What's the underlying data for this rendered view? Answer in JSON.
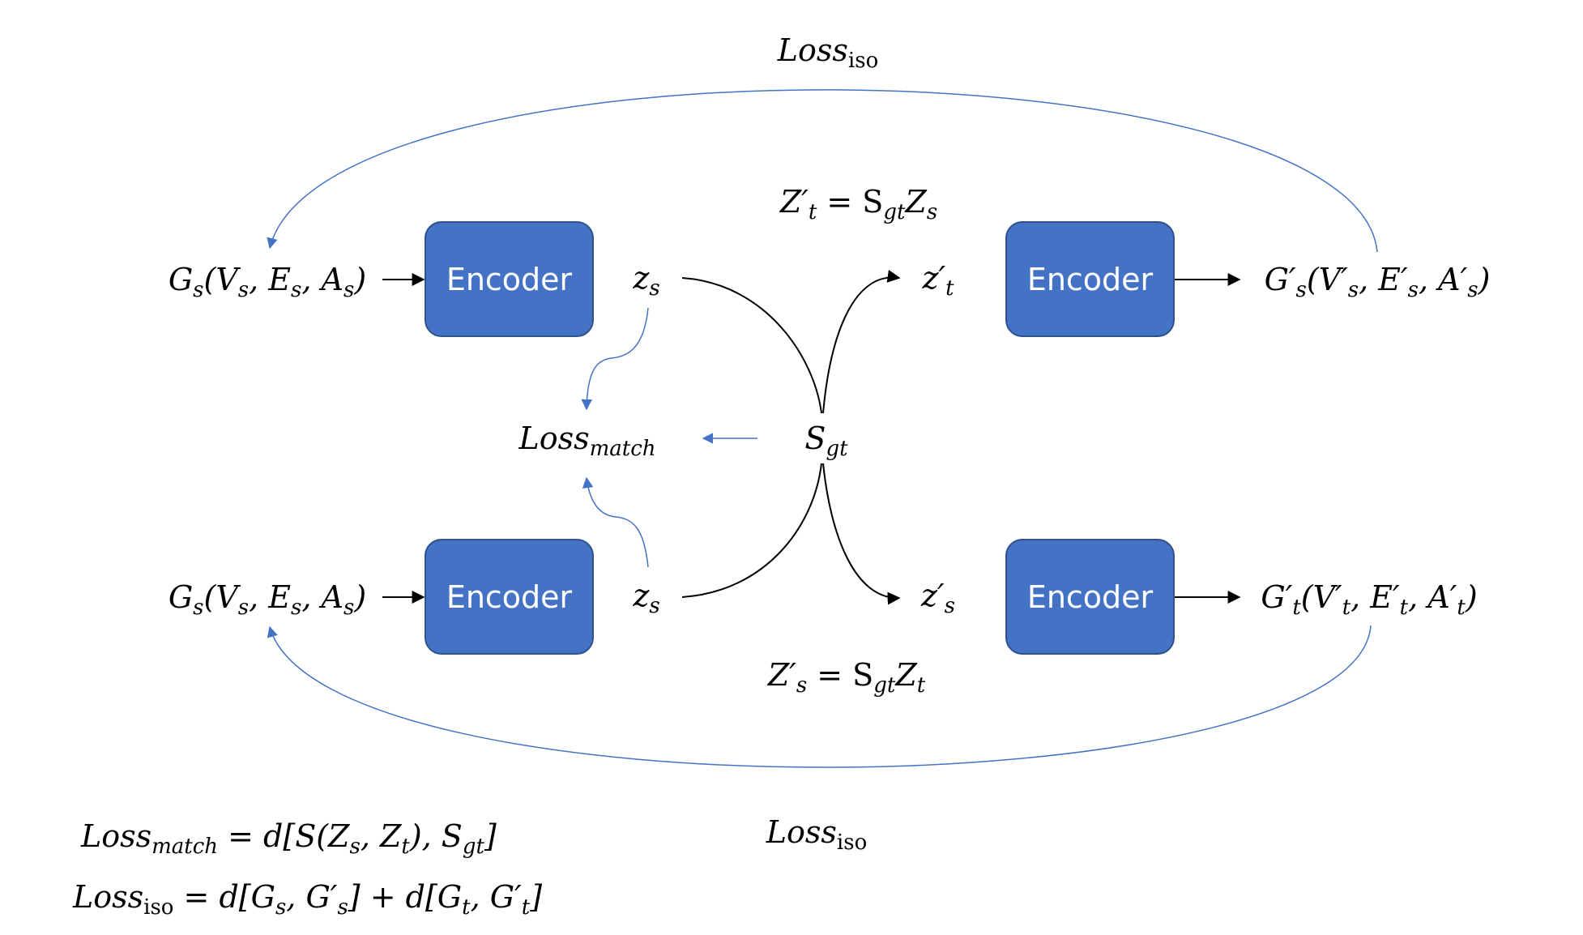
{
  "encoder_label": "Encoder",
  "colors": {
    "encoder_fill": "#4472c4",
    "encoder_stroke": "#2f528f",
    "loss_arrow": "#4472c4",
    "flow_arrow": "#000000"
  },
  "labels": {
    "gs_top": "Gs(Vs, Es, As)",
    "gs_bottom": "Gs(Vs, Es, As)",
    "zs_top": "zs",
    "zs_bottom": "zs",
    "zt_prime": "z′t",
    "zs_prime": "z′s",
    "g_prime_s": "G′s(V′s, E′s, A′s)",
    "g_prime_t": "G′t(V′t, E′t, A′t)",
    "s_gt": "Sgt",
    "loss_match": "Lossmatch",
    "loss_iso_top": "Lossiso",
    "loss_iso_bottom": "Lossiso",
    "eq_zt_prime": "Z′t = SgtZs",
    "eq_zs_prime": "Z′s = SgtZt",
    "def_loss_match": "Lossmatch = d[S(Zs, Zt), Sgt]",
    "def_loss_iso": "Lossiso = d[Gs, G′s] + d[Gt, G′t]"
  }
}
